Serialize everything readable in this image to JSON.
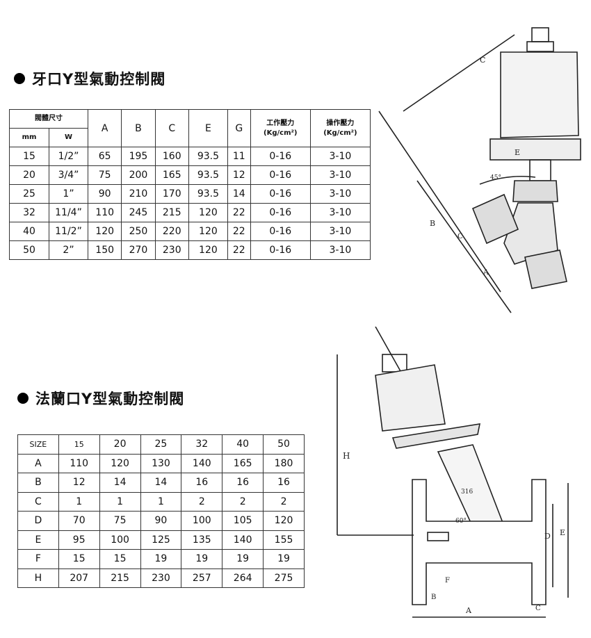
{
  "section1": {
    "title": "牙口Y型氣動控制閥",
    "table": {
      "header_group": "閥體尺寸",
      "sub_headers": [
        "mm",
        "W"
      ],
      "columns": [
        "A",
        "B",
        "C",
        "E",
        "G"
      ],
      "pressure_headers": [
        {
          "label": "工作壓力",
          "unit": "(Kg/cm²)"
        },
        {
          "label": "操作壓力",
          "unit": "(Kg/cm²)"
        }
      ],
      "rows": [
        [
          "15",
          "1/2”",
          "65",
          "195",
          "160",
          "93.5",
          "11",
          "0-16",
          "3-10"
        ],
        [
          "20",
          "3/4”",
          "75",
          "200",
          "165",
          "93.5",
          "12",
          "0-16",
          "3-10"
        ],
        [
          "25",
          "1”",
          "90",
          "210",
          "170",
          "93.5",
          "14",
          "0-16",
          "3-10"
        ],
        [
          "32",
          "11/4”",
          "110",
          "245",
          "215",
          "120",
          "22",
          "0-16",
          "3-10"
        ],
        [
          "40",
          "11/2”",
          "120",
          "250",
          "220",
          "120",
          "22",
          "0-16",
          "3-10"
        ],
        [
          "50",
          "2”",
          "150",
          "270",
          "230",
          "120",
          "22",
          "0-16",
          "3-10"
        ]
      ]
    },
    "diagram_labels": {
      "c_top": "C",
      "e": "E",
      "angle": "45°",
      "b": "B",
      "c_side": "C",
      "a": "A"
    }
  },
  "section2": {
    "title": "法蘭口Y型氣動控制閥",
    "table": {
      "rows": [
        [
          "SIZE",
          "15",
          "20",
          "25",
          "32",
          "40",
          "50"
        ],
        [
          "A",
          "110",
          "120",
          "130",
          "140",
          "165",
          "180"
        ],
        [
          "B",
          "12",
          "14",
          "14",
          "16",
          "16",
          "16"
        ],
        [
          "C",
          "1",
          "1",
          "1",
          "2",
          "2",
          "2"
        ],
        [
          "D",
          "70",
          "75",
          "90",
          "100",
          "105",
          "120"
        ],
        [
          "E",
          "95",
          "100",
          "125",
          "135",
          "140",
          "155"
        ],
        [
          "F",
          "15",
          "15",
          "19",
          "19",
          "19",
          "19"
        ],
        [
          "H",
          "207",
          "215",
          "230",
          "257",
          "264",
          "275"
        ]
      ]
    },
    "diagram_labels": {
      "h": "H",
      "material": "316",
      "angle": "60°",
      "d": "D",
      "e": "E",
      "f": "F",
      "b": "B",
      "a": "A",
      "c": "C"
    }
  }
}
